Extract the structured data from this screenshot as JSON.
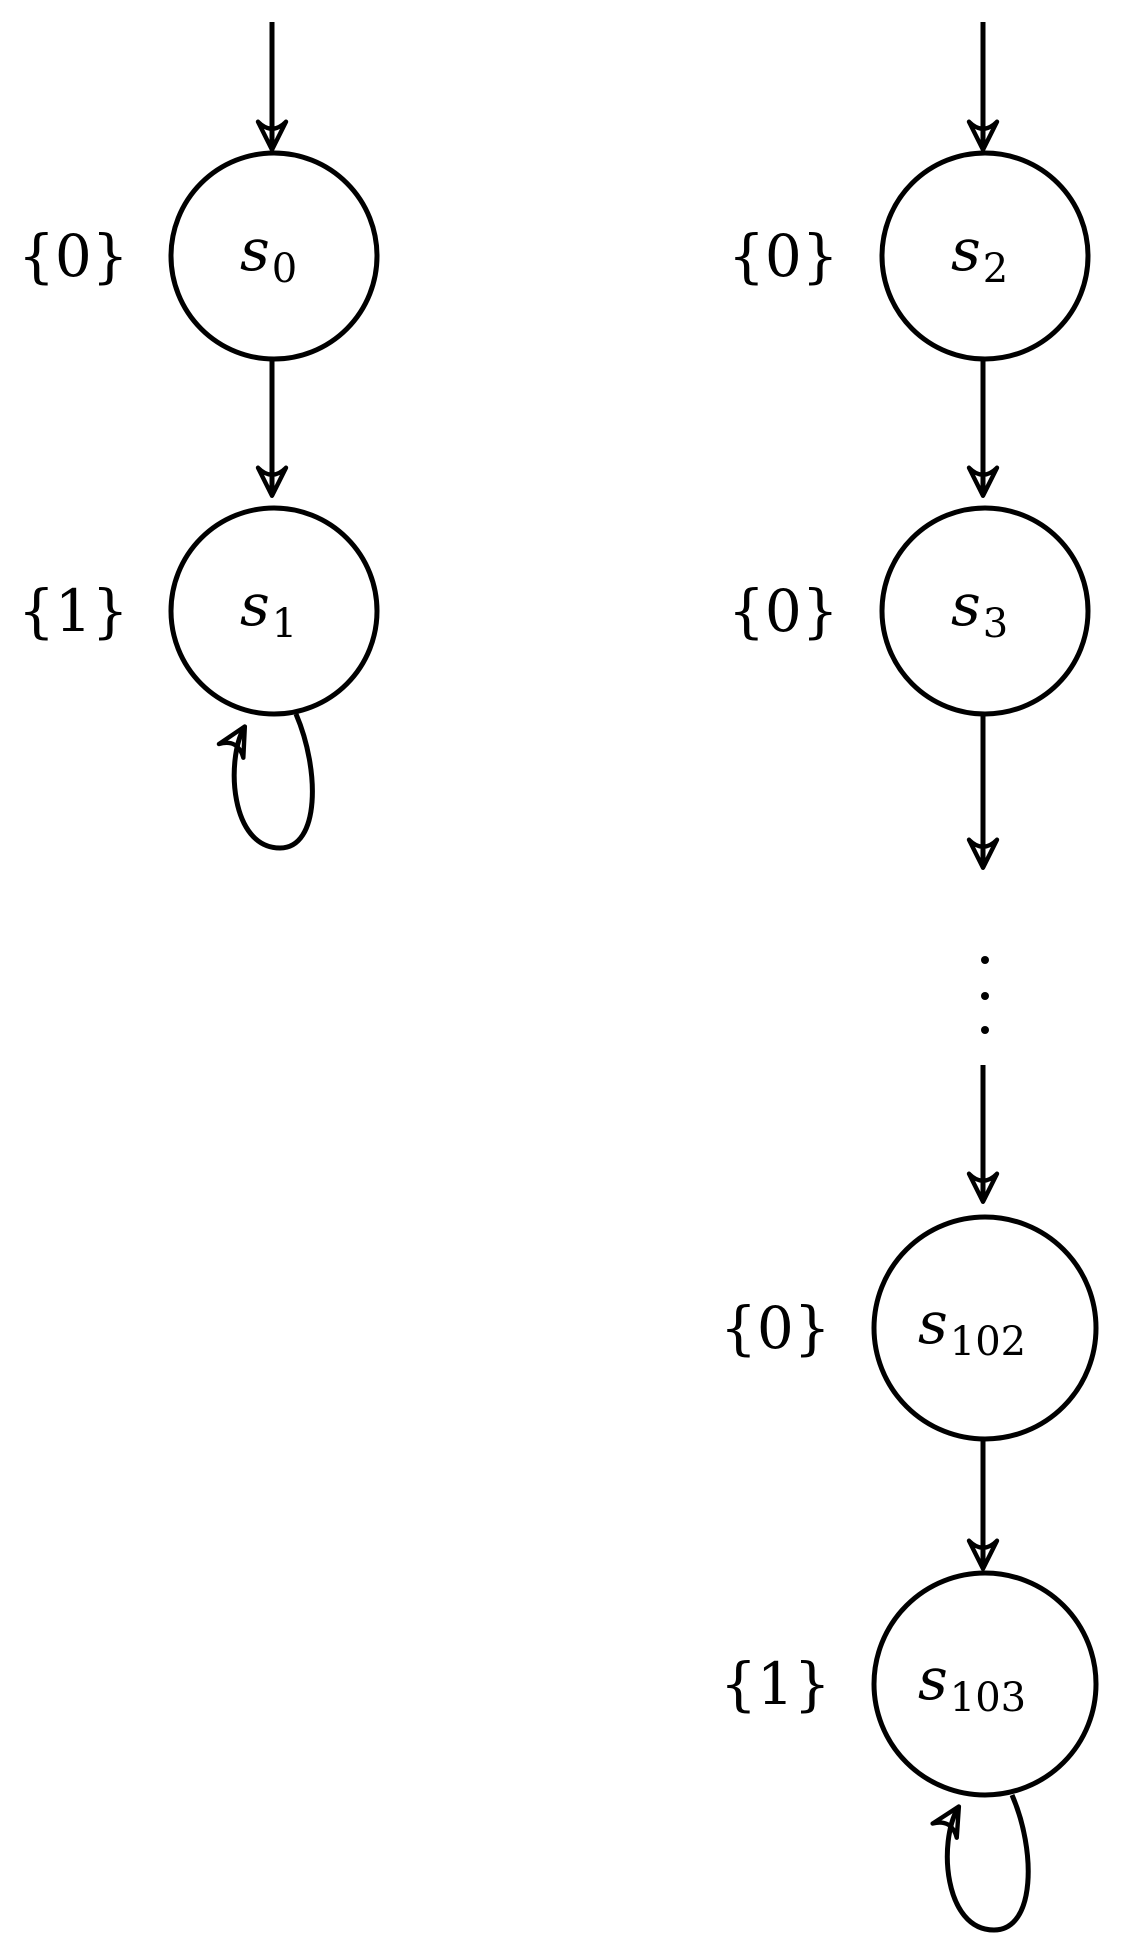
{
  "diagram": {
    "states": [
      {
        "id": "s0",
        "name": "s",
        "sub": "0",
        "label": "{0}",
        "initial": true
      },
      {
        "id": "s1",
        "name": "s",
        "sub": "1",
        "label": "{1}",
        "self_loop": true
      },
      {
        "id": "s2",
        "name": "s",
        "sub": "2",
        "label": "{0}",
        "initial": true
      },
      {
        "id": "s3",
        "name": "s",
        "sub": "3",
        "label": "{0}"
      },
      {
        "id": "s102",
        "name": "s",
        "sub": "102",
        "label": "{0}"
      },
      {
        "id": "s103",
        "name": "s",
        "sub": "103",
        "label": "{1}",
        "self_loop": true
      }
    ],
    "transitions": [
      {
        "from": "s0",
        "to": "s1"
      },
      {
        "from": "s1",
        "to": "s1"
      },
      {
        "from": "s2",
        "to": "s3"
      },
      {
        "from": "s3",
        "to": "ellipsis"
      },
      {
        "from": "ellipsis",
        "to": "s102"
      },
      {
        "from": "s102",
        "to": "s103"
      },
      {
        "from": "s103",
        "to": "s103"
      }
    ],
    "ellipsis": "⋮"
  }
}
